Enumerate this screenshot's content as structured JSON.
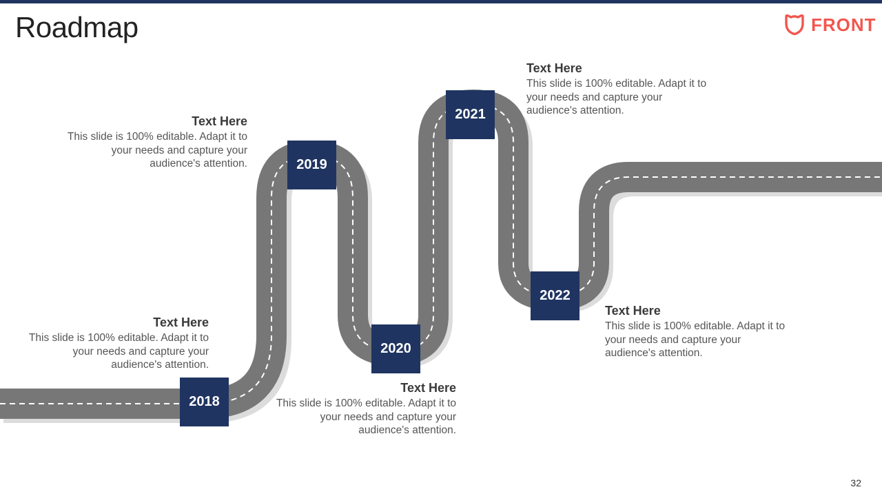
{
  "slide": {
    "title": "Roadmap",
    "page_number": "32",
    "accent_color": "#1f3461",
    "road_color": "#777777"
  },
  "logo": {
    "text": "FRONT",
    "icon": "heart-shield-icon",
    "color": "#f2564f"
  },
  "milestones": [
    {
      "year": "2018",
      "heading": "Text Here",
      "body": "This slide is 100% editable. Adapt it to your needs and capture your audience's attention."
    },
    {
      "year": "2019",
      "heading": "Text Here",
      "body": "This slide is 100% editable. Adapt it to your needs and capture your audience's attention."
    },
    {
      "year": "2020",
      "heading": "Text Here",
      "body": "This slide is 100% editable. Adapt it to your needs and capture your audience's attention."
    },
    {
      "year": "2021",
      "heading": "Text Here",
      "body": "This slide is 100% editable. Adapt it to your needs and capture your audience's attention."
    },
    {
      "year": "2022",
      "heading": "Text Here",
      "body": "This slide is 100% editable. Adapt it to your needs and capture your audience's attention."
    }
  ]
}
